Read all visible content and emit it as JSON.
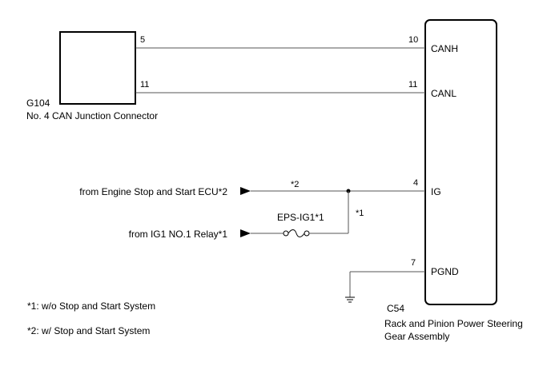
{
  "colors": {
    "line": "#555555",
    "stroke": "#000000",
    "background": "#ffffff"
  },
  "junction_connector": {
    "code": "G104",
    "name": "No. 4 CAN Junction Connector",
    "pins": {
      "canh": "5",
      "canl": "11"
    }
  },
  "steering_assembly": {
    "code": "C54",
    "name_line1": "Rack and Pinion Power Steering",
    "name_line2": "Gear Assembly",
    "pins": [
      {
        "number": "10",
        "name": "CANH"
      },
      {
        "number": "11",
        "name": "CANL"
      },
      {
        "number": "4",
        "name": "IG"
      },
      {
        "number": "7",
        "name": "PGND"
      }
    ]
  },
  "inputs": {
    "engine_stop_start": "from Engine Stop and Start ECU*2",
    "ig1_relay": "from IG1 NO.1 Relay*1"
  },
  "wire_notes": {
    "star2": "*2",
    "star1": "*1"
  },
  "fuse": {
    "label": "EPS-IG1*1",
    "icon": "fuse-symbol"
  },
  "ground": {
    "icon": "ground-symbol"
  },
  "footnotes": [
    "*1: w/o Stop and Start System",
    "*2: w/ Stop and Start System"
  ]
}
